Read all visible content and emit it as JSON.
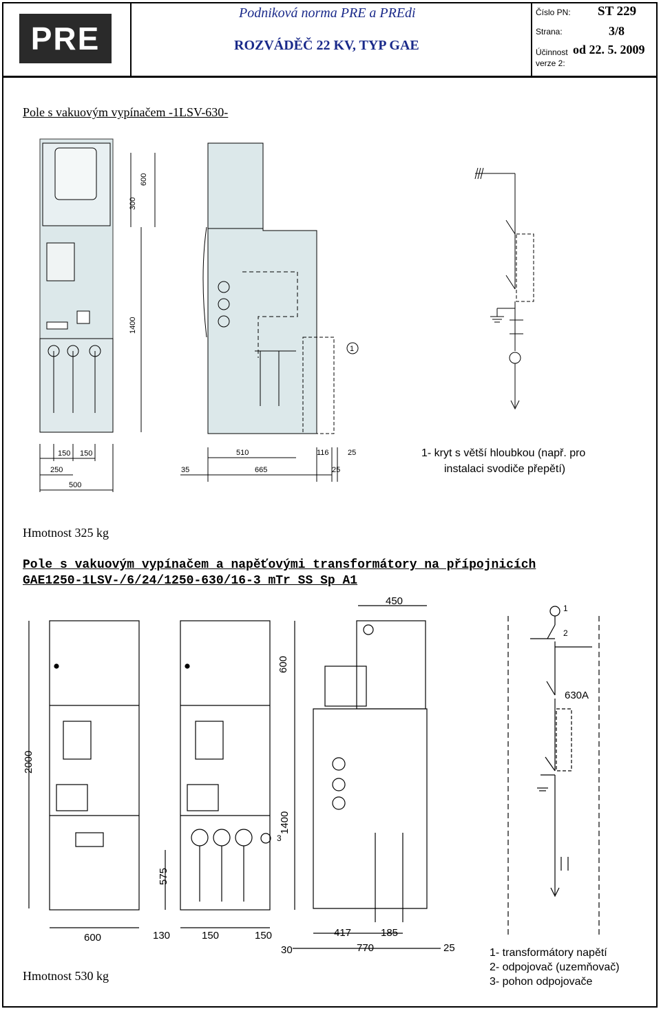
{
  "header": {
    "logo_text": "PRE",
    "standard_name": "Podniková norma PRE a PREdi",
    "doc_title": "ROZVÁDĚČ 22 KV, TYP GAE",
    "pn_label": "Číslo PN:",
    "pn_value": "ST 229",
    "page_label": "Strana:",
    "page_value": "3/8",
    "valid_label": "Účinnost",
    "valid_value": "od 22. 5. 2009",
    "version_label": "verze 2:"
  },
  "section1": {
    "heading": "Pole s vakuovým vypínačem -1LSV-630-",
    "note_line1": "1-   kryt s větší hloubkou (např. pro",
    "note_line2": "instalaci svodiče přepětí)",
    "weight": "Hmotnost 325 kg",
    "dims": {
      "d600": "600",
      "d300": "300",
      "d1400": "1400",
      "d150a": "150",
      "d150b": "150",
      "d250": "250",
      "d500": "500",
      "d510": "510",
      "d116": "116",
      "d25a": "25",
      "d35": "35",
      "d665": "665",
      "d25b": "25",
      "marker1": "1"
    }
  },
  "section2": {
    "heading_line1": "Pole s vakuovým vypínačem a napěťovými transformátory na přípojnicích",
    "heading_line2": "GAE1250-1LSV-/6/24/1250-630/16-3 mTr SS Sp A1",
    "weight": "Hmotnost 530 kg",
    "legend": [
      "1- transformátory napětí",
      "2- odpojovač (uzemňovač)",
      "3- pohon odpojovače"
    ],
    "dims": {
      "d450": "450",
      "d600": "600",
      "d2000": "2000",
      "d1400": "1400",
      "d575": "575",
      "d600b": "600",
      "d130": "130",
      "d150a": "150",
      "d150b": "150",
      "d417": "417",
      "d185": "185",
      "d30": "30",
      "d770": "770",
      "d25": "25",
      "m1": "1",
      "m2": "2",
      "m3": "3",
      "rating": "630A"
    }
  }
}
